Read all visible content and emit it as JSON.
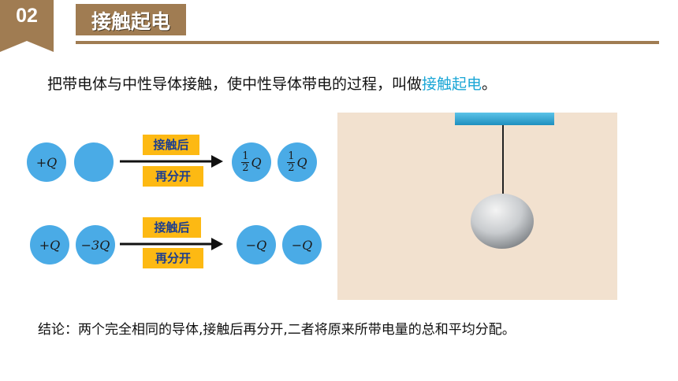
{
  "header": {
    "section_number": "02",
    "title": "接触起电"
  },
  "intro": {
    "before": "把带电体与中性导体接触，使中性导体带电的过程，叫做",
    "highlight": "接触起电",
    "after": "。"
  },
  "example1": {
    "ball_a": "+Q",
    "ball_b": "",
    "label_top": "接触后",
    "label_bottom": "再分开",
    "frac_num": "1",
    "frac_den": "2",
    "result_a": "Q",
    "result_b": "Q"
  },
  "example2": {
    "ball_a": "+Q",
    "ball_b": "−3Q",
    "label_top": "接触后",
    "label_bottom": "再分开",
    "result_a": "−Q",
    "result_b": "−Q"
  },
  "conclusion": "结论：两个完全相同的导体,接触后再分开,二者将原来所带电量的总和平均分配。",
  "colors": {
    "brown": "#a07c52",
    "ball": "#4aabe6",
    "label_bg": "#fdb913",
    "highlight": "#1aa6d6"
  }
}
